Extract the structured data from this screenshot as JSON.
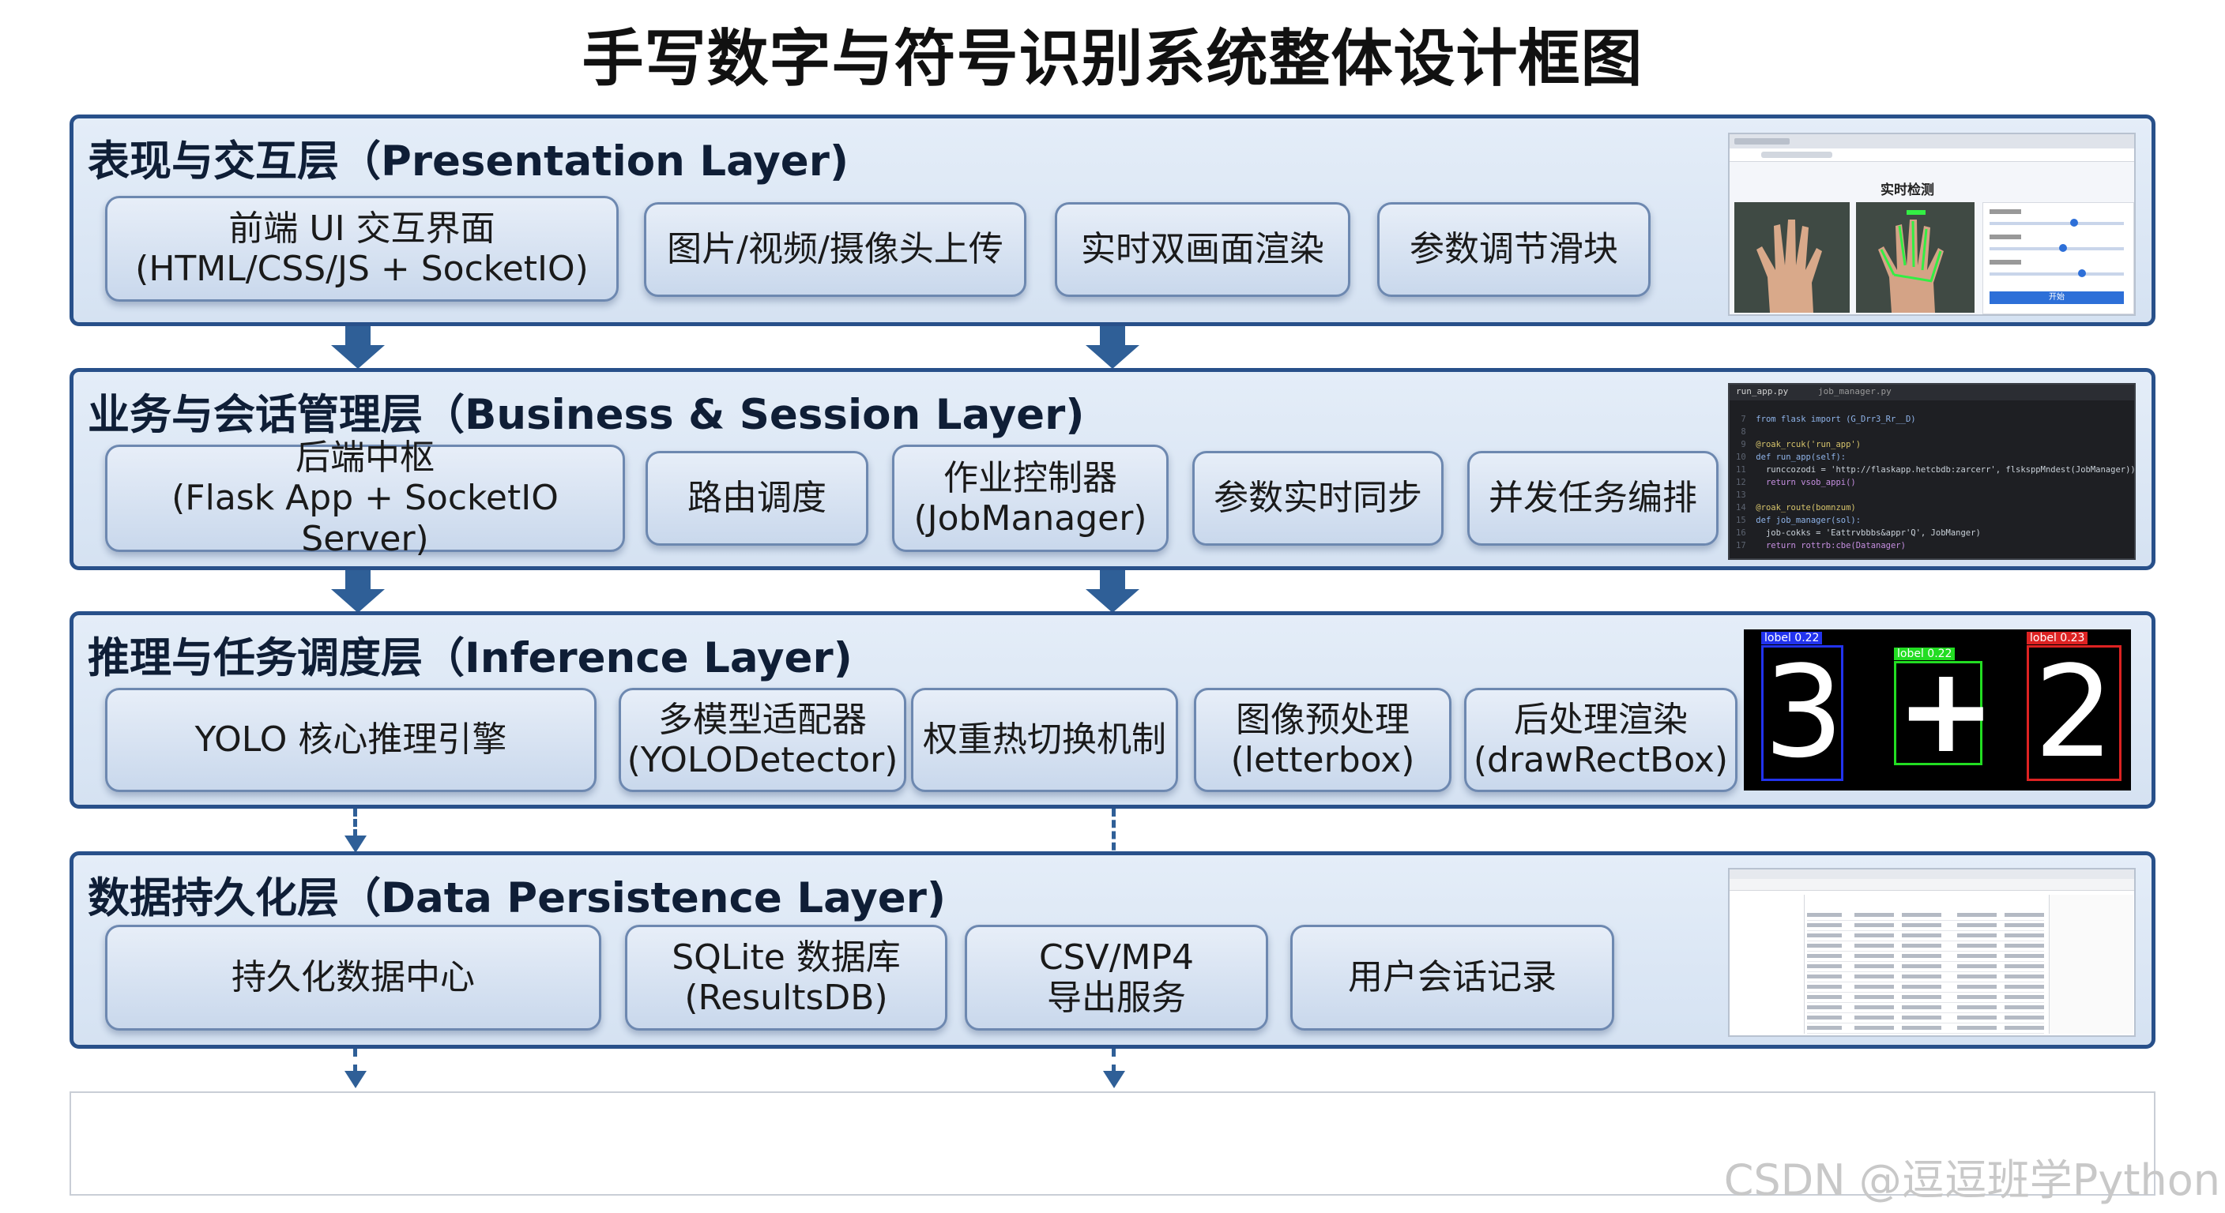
{
  "title": "手写数字与符号识别系统整体设计框图",
  "layers": [
    {
      "title": "表现与交互层（Presentation Layer)",
      "boxes": [
        {
          "line1": "前端 UI 交互界面",
          "line2": "(HTML/CSS/JS + SocketIO)"
        },
        {
          "line1": "图片/视频/摄像头上传",
          "line2": ""
        },
        {
          "line1": "实时双画面渲染",
          "line2": ""
        },
        {
          "line1": "参数调节滑块",
          "line2": ""
        }
      ],
      "screenshot": {
        "heading": "实时检测",
        "button_label": "开始"
      }
    },
    {
      "title": "业务与会话管理层（Business & Session Layer)",
      "boxes": [
        {
          "line1": "后端中枢",
          "line2": "(Flask App + SocketIO Server)"
        },
        {
          "line1": "路由调度",
          "line2": ""
        },
        {
          "line1": "作业控制器",
          "line2": "(JobManager)"
        },
        {
          "line1": "参数实时同步",
          "line2": ""
        },
        {
          "line1": "并发任务编排",
          "line2": ""
        }
      ],
      "code": {
        "tabs": [
          "run_app.py",
          "job_manager.py"
        ],
        "lines": [
          "from flask import (G_Drr3_Rr__D)",
          "",
          "@roak_rcuk('run_app')",
          "def run_app(self):",
          "  runccozodi = 'http://flaskapp.hetcbdb:zarcerr', flsksppMndest(JobManager))",
          "  return vsob_appi()",
          "",
          "@roak_route(bomnzum)",
          "def job_manager(sol):",
          "  job-cokks = 'Eattrvbbbs&appr'Q', JobManger)",
          "  return rottrb:cbe(Datanager)"
        ]
      }
    },
    {
      "title": "推理与任务调度层（Inference Layer)",
      "boxes": [
        {
          "line1": "YOLO 核心推理引擎",
          "line2": ""
        },
        {
          "line1": "多模型适配器",
          "line2": "(YOLODetector)"
        },
        {
          "line1": "权重热切换机制",
          "line2": ""
        },
        {
          "line1": "图像预处理",
          "line2": "(letterbox)"
        },
        {
          "line1": "后处理渲染",
          "line2": "(drawRectBox)"
        }
      ],
      "detections": [
        {
          "label": "lobel 0.22",
          "glyph": "3",
          "color": "#2233ee"
        },
        {
          "label": "lobel 0.22",
          "glyph": "+",
          "color": "#22dd22"
        },
        {
          "label": "lobel 0.23",
          "glyph": "2",
          "color": "#dd2222"
        }
      ]
    },
    {
      "title": "数据持久化层（Data Persistence Layer)",
      "boxes": [
        {
          "line1": "持久化数据中心",
          "line2": ""
        },
        {
          "line1": "SQLite 数据库",
          "line2": "(ResultsDB)"
        },
        {
          "line1": "CSV/MP4",
          "line2": "导出服务"
        },
        {
          "line1": "用户会话记录",
          "line2": ""
        }
      ]
    }
  ],
  "watermark": "CSDN @逗逗班学Python",
  "colors": {
    "accent": "#28508a",
    "arrow": "#2f5f97",
    "box": "#d6e2f1",
    "layer_bg": "#dfe8f5"
  }
}
